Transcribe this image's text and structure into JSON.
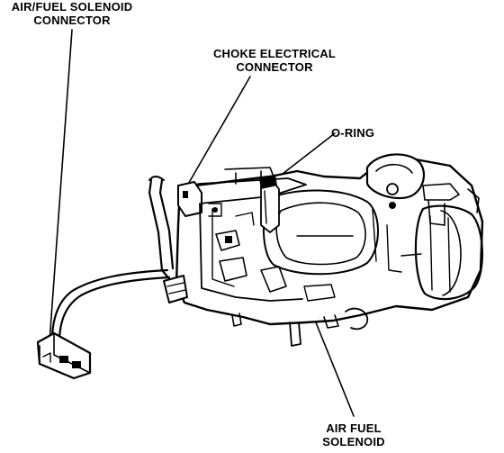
{
  "callouts": {
    "air_fuel_solenoid_connector": {
      "line1": "AIR/FUEL SOLENOID",
      "line2": "CONNECTOR"
    },
    "choke_electrical_connector": {
      "line1": "CHOKE ELECTRICAL",
      "line2": "CONNECTOR"
    },
    "o_ring": {
      "line1": "O-RING"
    },
    "air_fuel_solenoid": {
      "line1": "AIR FUEL",
      "line2": "SOLENOID"
    }
  },
  "colors": {
    "ink": "#000000",
    "paper": "#ffffff"
  }
}
